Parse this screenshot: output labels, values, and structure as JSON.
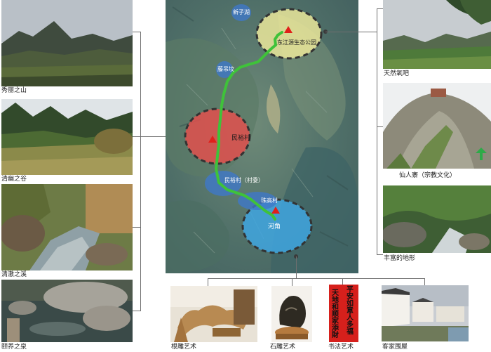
{
  "left_photos": [
    {
      "caption": "秀丽之山"
    },
    {
      "caption": "清幽之谷"
    },
    {
      "caption": "清澈之溪"
    },
    {
      "caption": "颐养之泉"
    }
  ],
  "right_photos": [
    {
      "caption": "天然氧吧"
    },
    {
      "caption": "仙人寨（宗教文化）"
    },
    {
      "caption": "丰富的地形"
    }
  ],
  "bottom_photos": [
    {
      "caption": "根雕艺术"
    },
    {
      "caption": "石雕艺术"
    },
    {
      "caption": "书法艺术"
    },
    {
      "caption": "客家围屋"
    }
  ],
  "calligraphy_text": [
    "平安如意人多福",
    "天地和顺家添財"
  ],
  "map": {
    "labels": {
      "xinzihu": "新子湖",
      "park": "东江源生态公园",
      "tengdiaoyi": "藤吊坟",
      "minyu": "民裕村",
      "minyu_committee": "民裕村（村委）",
      "zhugao": "珠高村",
      "hejiao": "河角"
    },
    "colors": {
      "route": "#3fc23a",
      "park_zone": "#f0ec9c",
      "minyu_zone": "#e2504e",
      "hejiao_zone": "#3fa6e0",
      "small_zone": "#3f78c8",
      "marker": "#e0201a"
    }
  }
}
